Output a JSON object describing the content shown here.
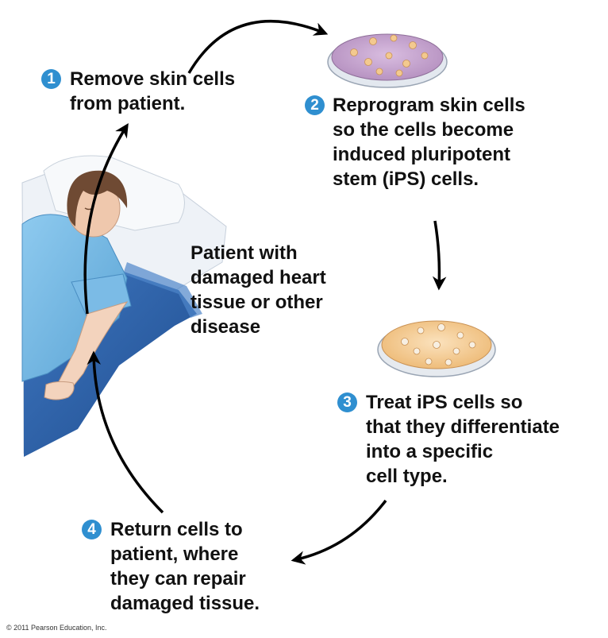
{
  "steps": [
    {
      "number": "1",
      "lines": [
        "Remove skin cells",
        "from patient."
      ]
    },
    {
      "number": "2",
      "lines": [
        "Reprogram skin cells",
        "so the cells become",
        "induced pluripotent",
        "stem (iPS) cells."
      ]
    },
    {
      "number": "3",
      "lines": [
        "Treat iPS cells so",
        "that they differentiate",
        "into a specific",
        "cell type."
      ]
    },
    {
      "number": "4",
      "lines": [
        "Return cells to",
        "patient, where",
        "they can repair",
        "damaged tissue."
      ]
    }
  ],
  "patient_label": [
    "Patient with",
    "damaged heart",
    "tissue or other",
    "disease"
  ],
  "copyright": "© 2011 Pearson Education, Inc.",
  "colors": {
    "badge": "#2f8fd0",
    "gown": "#6fb3de",
    "blanket": "#2a5fa8",
    "dish_purple": "#c8a6cf",
    "dish_orange": "#f2c992",
    "arrow": "#000000"
  }
}
